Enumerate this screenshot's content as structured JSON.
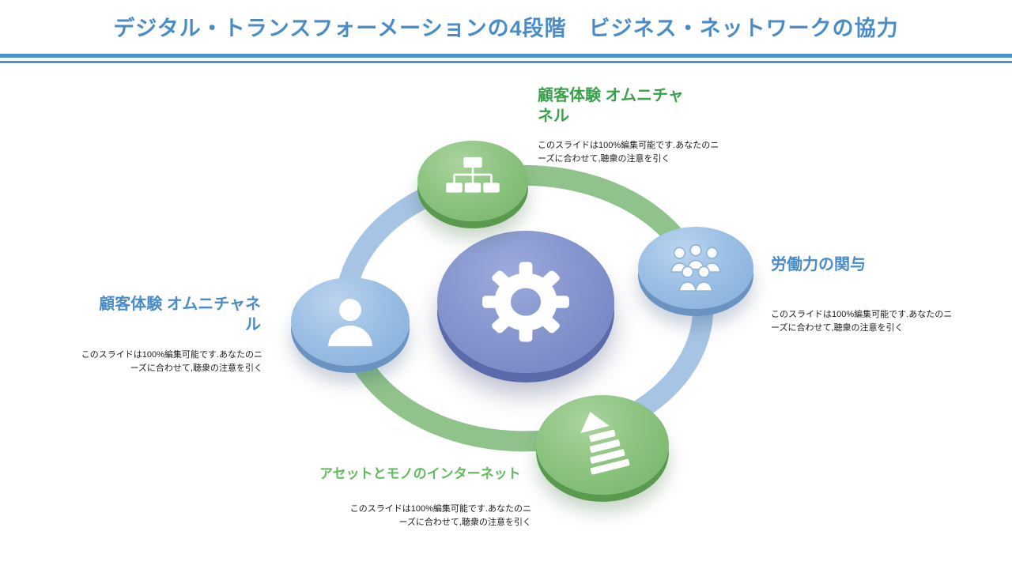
{
  "title": "デジタル・トランスフォーメーションの4段階　ビジネス・ネットワークの協力",
  "divider": {
    "color": "#4a8fd0"
  },
  "ring": {
    "blue": "#a7c4e5",
    "green": "#8fc38b"
  },
  "center": {
    "icon": "gear-icon",
    "circle_color": "#8193cc"
  },
  "nodes": {
    "top": {
      "heading": "顧客体験 オムニチャネル",
      "description": "このスライドは100%編集可能です.あなたのニーズに合わせて,聴衆の注意を引く",
      "icon": "org-chart-icon",
      "circle_color": "#8dc481",
      "accent": "#3ba24b"
    },
    "right": {
      "heading": "労働力の関与",
      "description": "このスライドは100%編集可能です.あなたのニーズに合わせて,聴衆の注意を引く",
      "icon": "team-icon",
      "circle_color": "#9cc0e5",
      "accent": "#4a8cc7"
    },
    "left": {
      "heading": "顧客体験 オムニチャネル",
      "description": "このスライドは100%編集可能です.あなたのニーズに合わせて,聴衆の注意を引く",
      "icon": "person-icon",
      "circle_color": "#9cc0e5",
      "accent": "#4a8cc7"
    },
    "bottom": {
      "heading": "アセットとモノのインターネット",
      "description": "このスライドは100%編集可能です.あなたのニーズに合わせて,聴衆の注意を引く",
      "icon": "stairs-arrow-icon",
      "circle_color": "#8dc481",
      "accent": "#62bb5d"
    }
  }
}
